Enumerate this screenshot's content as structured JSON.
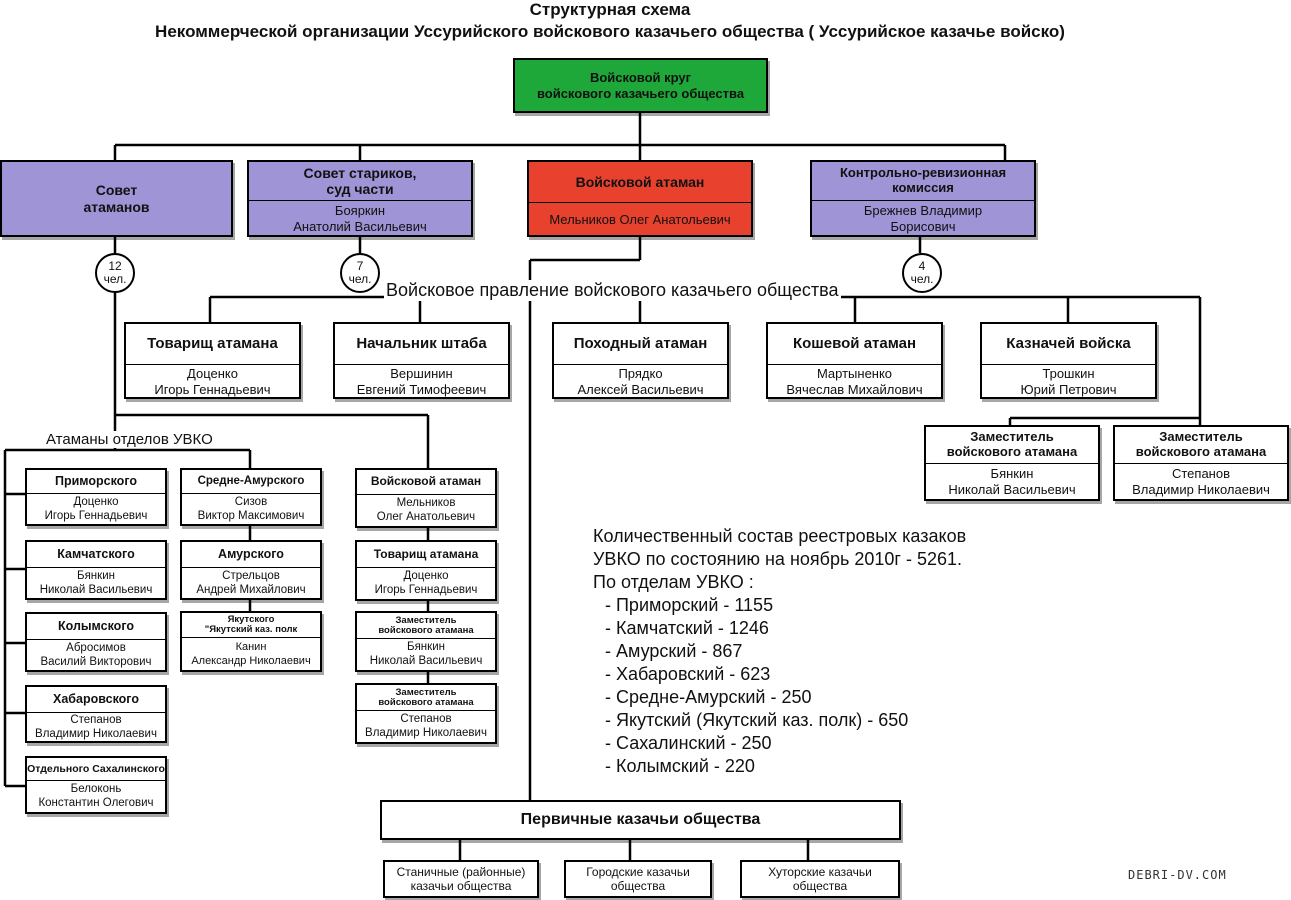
{
  "title": {
    "line1": "Структурная схема",
    "line2": "Некоммерческой организации Уссурийского войскового казачьего общества ( Уссурийское казачье войско)"
  },
  "krug": {
    "line1": "Войсковой круг",
    "line2": "войскового казачьего общества",
    "color": "#1fa83a"
  },
  "sovet_atamanov": {
    "line1": "Совет",
    "line2": "атаманов",
    "color": "#9e94d6"
  },
  "sovet_starikov": {
    "title1": "Совет стариков,",
    "title2": "суд части",
    "name1": "Бояркин",
    "name2": "Анатолий Васильевич"
  },
  "voiskovoy_ataman": {
    "title": "Войсковой атаман",
    "name": "Мельников Олег Анатольевич",
    "color": "#e8412e"
  },
  "kontrol": {
    "title1": "Контрольно-ревизионная",
    "title2": "комиссия",
    "name1": "Брежнев Владимир",
    "name2": "Борисович"
  },
  "circles": [
    {
      "num": "12",
      "unit": "чел."
    },
    {
      "num": "7",
      "unit": "чел."
    },
    {
      "num": "4",
      "unit": "чел."
    }
  ],
  "pravlenie_label": "Войсковое правление войскового казачьего общества",
  "pravlenie": [
    {
      "title": "Товарищ атамана",
      "name1": "Доценко",
      "name2": "Игорь Геннадьевич"
    },
    {
      "title": "Начальник штаба",
      "name1": "Вершинин",
      "name2": "Евгений Тимофеевич"
    },
    {
      "title": "Походный атаман",
      "name1": "Прядко",
      "name2": "Алексей Васильевич"
    },
    {
      "title": "Кошевой атаман",
      "name1": "Мартыненко",
      "name2": "Вячеслав Михайлович"
    },
    {
      "title": "Казначей войска",
      "name1": "Трошкин",
      "name2": "Юрий Петрович"
    }
  ],
  "zam": [
    {
      "title1": "Заместитель",
      "title2": "войскового атамана",
      "name1": "Бянкин",
      "name2": "Николай Васильевич"
    },
    {
      "title1": "Заместитель",
      "title2": "войскового атамана",
      "name1": "Степанов",
      "name2": "Владимир Николаевич"
    }
  ],
  "otdely_label": "Атаманы отделов УВКО",
  "otdely_col1": [
    {
      "title": "Приморского",
      "name1": "Доценко",
      "name2": "Игорь Геннадьевич"
    },
    {
      "title": "Камчатского",
      "name1": "Бянкин",
      "name2": "Николай Васильевич"
    },
    {
      "title": "Колымского",
      "name1": "Абросимов",
      "name2": "Василий Викторович"
    },
    {
      "title": "Хабаровского",
      "name1": "Степанов",
      "name2": "Владимир Николаевич"
    },
    {
      "title": "Отдельного Сахалинского",
      "name1": "Белоконь",
      "name2": "Константин Олегович"
    }
  ],
  "otdely_col2": [
    {
      "title": "Средне-Амурского",
      "name1": "Сизов",
      "name2": "Виктор Максимович"
    },
    {
      "title": "Амурского",
      "name1": "Стрельцов",
      "name2": "Андрей Михайлович"
    },
    {
      "title1": "Якутского",
      "title2": "\"Якутский каз. полк",
      "name1": "Канин",
      "name2": "Александр Николаевич"
    }
  ],
  "otdely_col3": [
    {
      "title": "Войсковой атаман",
      "name1": "Мельников",
      "name2": "Олег Анатольевич"
    },
    {
      "title": "Товарищ атамана",
      "name1": "Доценко",
      "name2": "Игорь Геннадьевич"
    },
    {
      "title1": "Заместитель",
      "title2": "войскового атамана",
      "name1": "Бянкин",
      "name2": "Николай Васильевич"
    },
    {
      "title1": "Заместитель",
      "title2": "войскового атамана",
      "name1": "Степанов",
      "name2": "Владимир Николаевич"
    }
  ],
  "stats": {
    "line1": "Количественный состав реестровых казаков",
    "line2": "УВКО по состоянию на ноябрь 2010г - 5261.",
    "line3": "По отделам УВКО :",
    "items": [
      "- Приморский - 1155",
      "- Камчатский - 1246",
      "- Амурский - 867",
      "- Хабаровский - 623",
      "- Средне-Амурский - 250",
      "- Якутский (Якутский каз. полк) - 650",
      "- Сахалинский - 250",
      "- Колымский - 220"
    ]
  },
  "pervichnye": {
    "title": "Первичные казачьи общества",
    "items": [
      {
        "line1": "Станичные (районные)",
        "line2": "казачьи общества"
      },
      {
        "line1": "Городские казачьи",
        "line2": "общества"
      },
      {
        "line1": "Хуторские казачьи",
        "line2": "общества"
      }
    ]
  },
  "watermark": "DEBRI-DV.COM"
}
